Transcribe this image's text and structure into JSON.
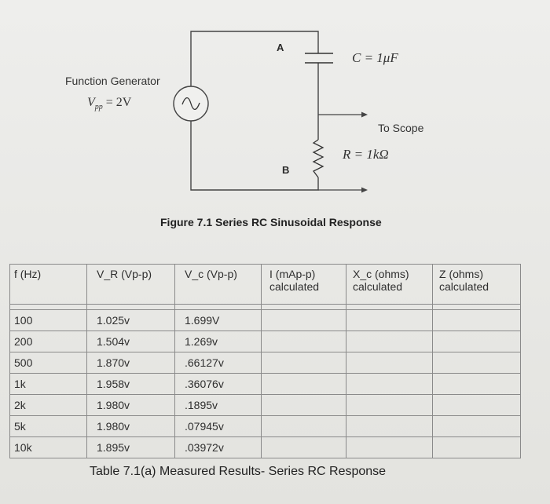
{
  "circuit": {
    "generator_label": "Function Generator",
    "vpp_label": "V",
    "vpp_sub": "pp",
    "vpp_value": "= 2V",
    "node_a": "A",
    "node_b": "B",
    "capacitor_label": "C = 1μF",
    "resistor_label": "R = 1kΩ",
    "scope_label": "To Scope",
    "figure_caption": "Figure 7.1  Series RC Sinusoidal Response",
    "source_icon": "ac-source-icon"
  },
  "table": {
    "headers": [
      {
        "main": "f (Hz)",
        "sub": ""
      },
      {
        "main": "V_R (Vp-p)",
        "sub": ""
      },
      {
        "main": "V_c (Vp-p)",
        "sub": ""
      },
      {
        "main": "I (mAp-p)",
        "sub": "calculated"
      },
      {
        "main": "X_c (ohms)",
        "sub": "calculated"
      },
      {
        "main": "Z (ohms)",
        "sub": "calculated"
      }
    ],
    "rows": [
      [
        "100",
        "1.025v",
        "1.699V",
        "",
        "",
        ""
      ],
      [
        "200",
        "1.504v",
        "1.269v",
        "",
        "",
        ""
      ],
      [
        "500",
        "1.870v",
        ".66127v",
        "",
        "",
        ""
      ],
      [
        "1k",
        "1.958v",
        ".36076v",
        "",
        "",
        ""
      ],
      [
        "2k",
        "1.980v",
        ".1895v",
        "",
        "",
        ""
      ],
      [
        "5k",
        "1.980v",
        ".07945v",
        "",
        "",
        ""
      ],
      [
        "10k",
        "1.895v",
        ".03972v",
        "",
        "",
        ""
      ]
    ],
    "caption": "Table 7.1(a) Measured Results- Series RC Response"
  }
}
